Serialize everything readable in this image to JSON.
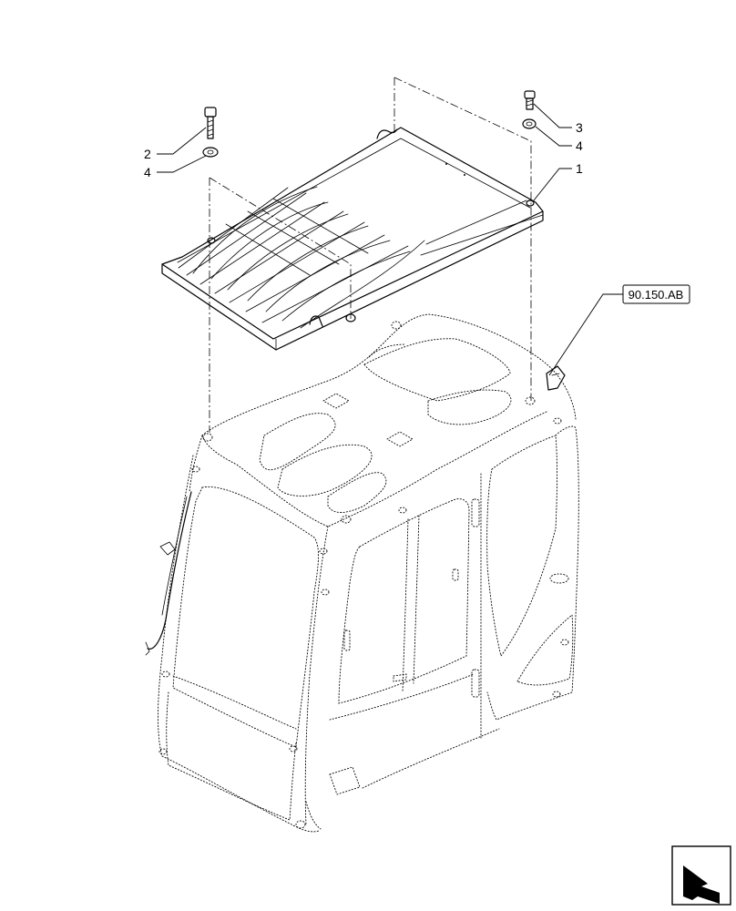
{
  "callouts": {
    "c1": "1",
    "c2": "2",
    "c3": "3",
    "c4a": "4",
    "c4b": "4"
  },
  "reference_box": "90.150.AB",
  "icons": {
    "navigation": "next-page-arrow-icon"
  }
}
